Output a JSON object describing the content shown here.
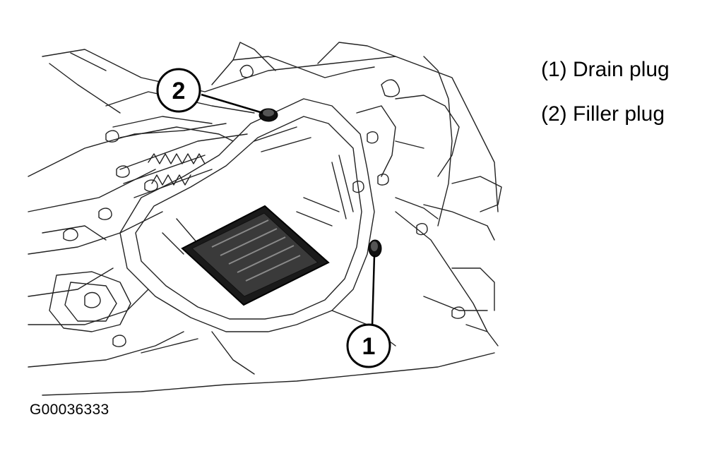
{
  "legend": [
    {
      "label": "(1) Drain plug"
    },
    {
      "label": "(2) Filler plug"
    }
  ],
  "callouts": [
    {
      "number": "1"
    },
    {
      "number": "2"
    }
  ],
  "figure_id": "G00036333"
}
